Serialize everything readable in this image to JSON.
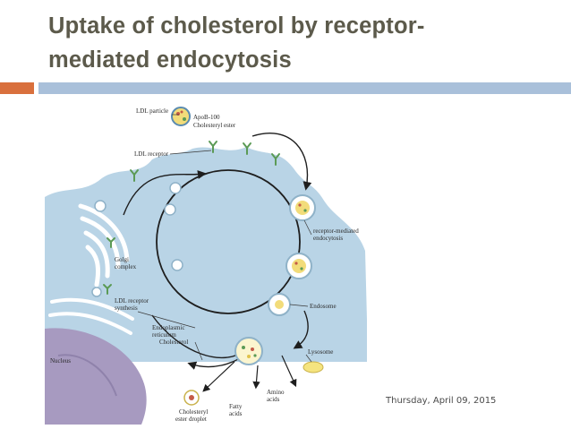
{
  "slide": {
    "title_line1": "Uptake of cholesterol by receptor-",
    "title_line2": "mediated endocytosis",
    "date": "Thursday, April 09, 2015"
  },
  "figure": {
    "labels": {
      "ldl_particle": "LDL particle",
      "apob100": "ApoB-100",
      "cholesteryl_ester": "Cholesteryl ester",
      "ldl_receptor": "LDL receptor",
      "receptor_mediated_1": "receptor-mediated",
      "receptor_mediated_2": "endocytosis",
      "golgi_1": "Golgi",
      "golgi_2": "complex",
      "ldl_synthesis_1": "LDL receptor",
      "ldl_synthesis_2": "synthesis",
      "endosome": "Endosome",
      "er_1": "Endoplasmic",
      "er_2": "reticulum",
      "cholesterol": "Cholesterol",
      "lysosome": "Lysosome",
      "nucleus": "Nucleus",
      "amino_1": "Amino",
      "amino_2": "acids",
      "fatty_1": "Fatty",
      "fatty_2": "acids",
      "droplet_1": "Cholesteryl",
      "droplet_2": "ester droplet"
    }
  },
  "colors": {
    "title": "#5c5a4b",
    "accent_orange": "#d9703d",
    "accent_blue": "#a9c0da",
    "cytoplasm": "#b9d4e6",
    "nucleus": "#a79ac0"
  }
}
